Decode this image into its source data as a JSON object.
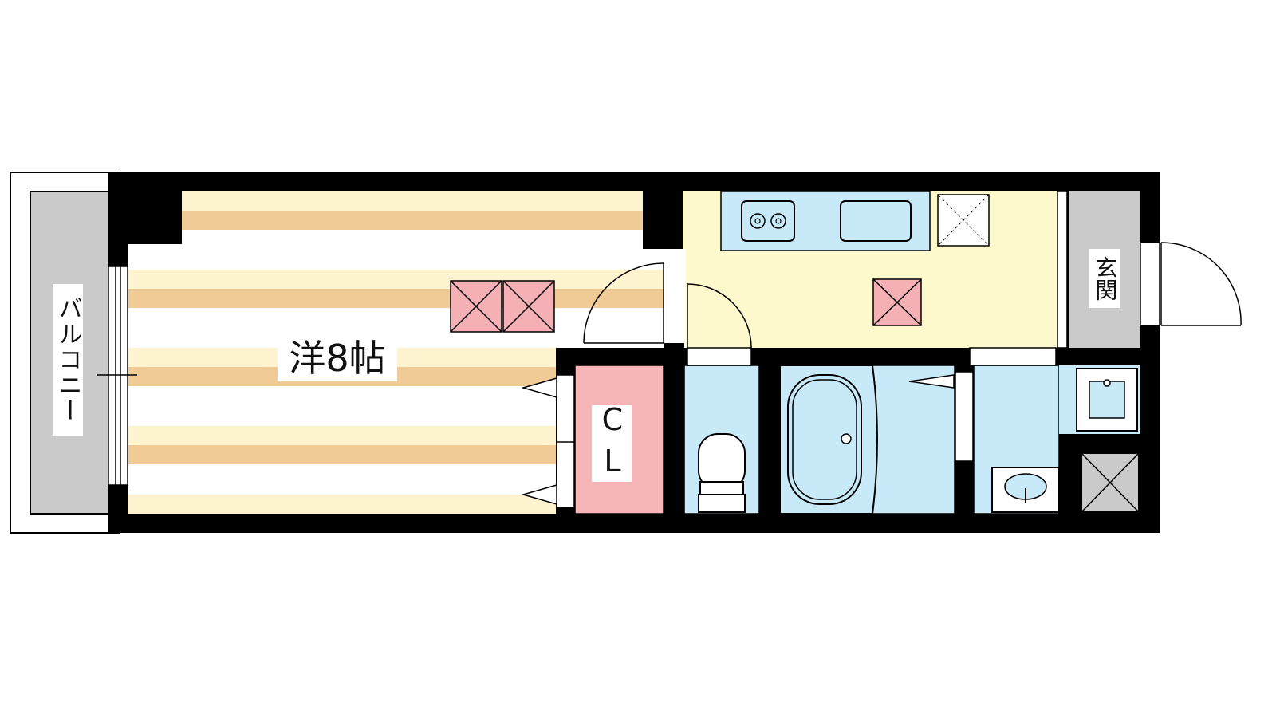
{
  "rooms": {
    "main": "洋8帖",
    "balcony": "バルコニー",
    "entrance": "玄関",
    "closet": "CL"
  },
  "colors": {
    "wall": "#000000",
    "floor_light": "#fdf3cf",
    "floor_stripe": "#f0cb96",
    "kitchen_floor": "#fef9cc",
    "wet_area": "#c7e9f8",
    "closet": "#f6b6b7",
    "storage_x": "#f4b0b4",
    "balcony": "#cacaca"
  }
}
